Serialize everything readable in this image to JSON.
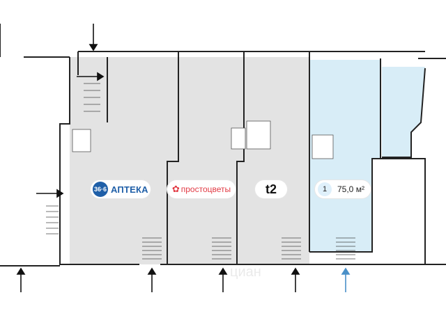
{
  "tenants": {
    "pharmacy": {
      "logo": "36·6",
      "name": "АПТЕКА",
      "brand_color": "#1f5fa8"
    },
    "flowers": {
      "icon": "flower-icon",
      "name": "простоцветы",
      "brand_color": "#e23b45"
    },
    "telecom": {
      "name": "t2"
    }
  },
  "unit": {
    "number": "1",
    "area": "75,0 м²",
    "fill_color": "#d8edf7",
    "arrow_color": "#4a90c8"
  },
  "colors": {
    "premises_fill": "#e3e3e3",
    "wall": "#222222"
  },
  "watermark": "циан"
}
